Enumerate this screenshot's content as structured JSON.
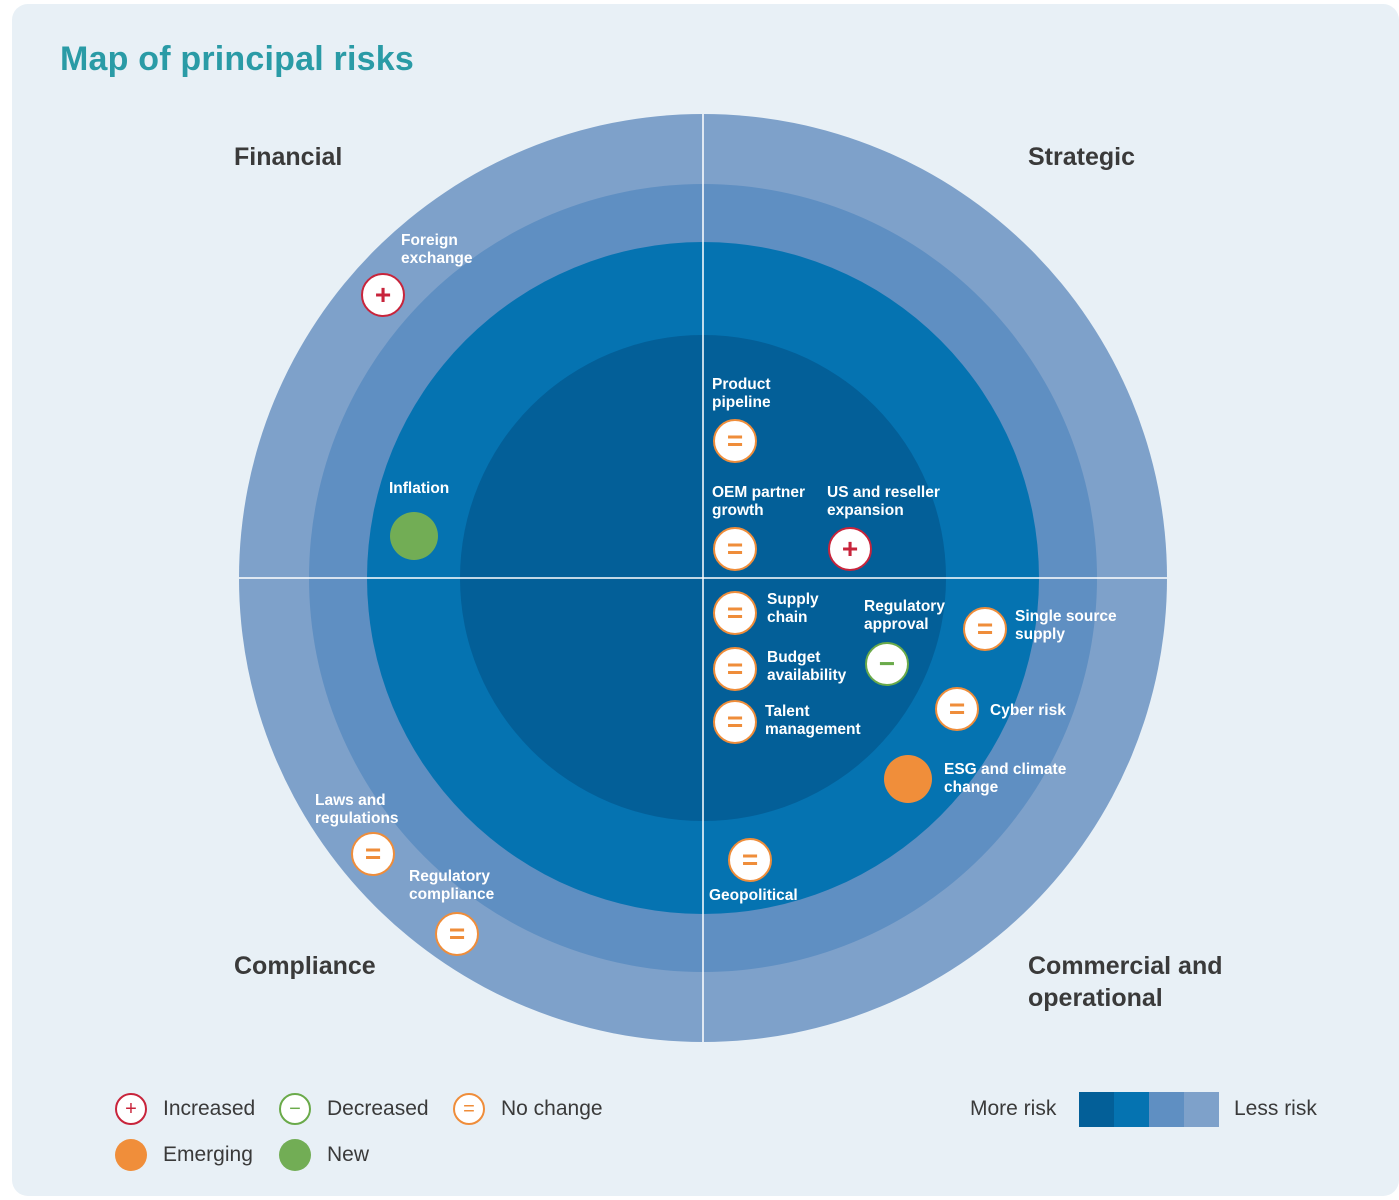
{
  "title": "Map of principal risks",
  "quadrants": {
    "financial": "Financial",
    "strategic": "Strategic",
    "compliance": "Compliance",
    "commercial": "Commercial and\noperational"
  },
  "ring_colors": {
    "outer": "#7ea1ca",
    "second": "#5f8fc2",
    "third": "#0573b1",
    "inner": "#035f98"
  },
  "risks": {
    "foreign_exchange": {
      "label": "Foreign\nexchange",
      "status": "Increased",
      "icon": "plus-icon",
      "symbol": "+"
    },
    "inflation": {
      "label": "Inflation",
      "status": "New"
    },
    "product_pipeline": {
      "label": "Product\npipeline",
      "status": "No change",
      "icon": "equals-icon",
      "symbol": "="
    },
    "oem_partner_growth": {
      "label": "OEM partner\ngrowth",
      "status": "No change",
      "icon": "equals-icon",
      "symbol": "="
    },
    "us_reseller_expansion": {
      "label": "US and reseller\nexpansion",
      "status": "Increased",
      "icon": "plus-icon",
      "symbol": "+"
    },
    "supply_chain": {
      "label": "Supply\nchain",
      "status": "No change",
      "icon": "equals-icon",
      "symbol": "="
    },
    "budget_availability": {
      "label": "Budget\navailability",
      "status": "No change",
      "icon": "equals-icon",
      "symbol": "="
    },
    "talent_management": {
      "label": "Talent\nmanagement",
      "status": "No change",
      "icon": "equals-icon",
      "symbol": "="
    },
    "regulatory_approval": {
      "label": "Regulatory\napproval",
      "status": "Decreased",
      "icon": "minus-icon",
      "symbol": "−"
    },
    "single_source_supply": {
      "label": "Single source\nsupply",
      "status": "No change",
      "icon": "equals-icon",
      "symbol": "="
    },
    "cyber_risk": {
      "label": "Cyber risk",
      "status": "No change",
      "icon": "equals-icon",
      "symbol": "="
    },
    "esg_climate": {
      "label": "ESG and climate\nchange",
      "status": "Emerging"
    },
    "geopolitical": {
      "label": "Geopolitical",
      "status": "No change",
      "icon": "equals-icon",
      "symbol": "="
    },
    "laws_regulations": {
      "label": "Laws and\nregulations",
      "status": "No change",
      "icon": "equals-icon",
      "symbol": "="
    },
    "regulatory_compliance": {
      "label": "Regulatory\ncompliance",
      "status": "No change",
      "icon": "equals-icon",
      "symbol": "="
    }
  },
  "legend": {
    "increased": {
      "label": "Increased",
      "symbol": "+"
    },
    "decreased": {
      "label": "Decreased",
      "symbol": "−"
    },
    "no_change": {
      "label": "No change",
      "symbol": "="
    },
    "emerging": {
      "label": "Emerging"
    },
    "new": {
      "label": "New"
    }
  },
  "scale": {
    "more_label": "More risk",
    "less_label": "Less risk",
    "colors": [
      "#035f98",
      "#0573b1",
      "#5f8fc2",
      "#7ea1ca"
    ]
  }
}
